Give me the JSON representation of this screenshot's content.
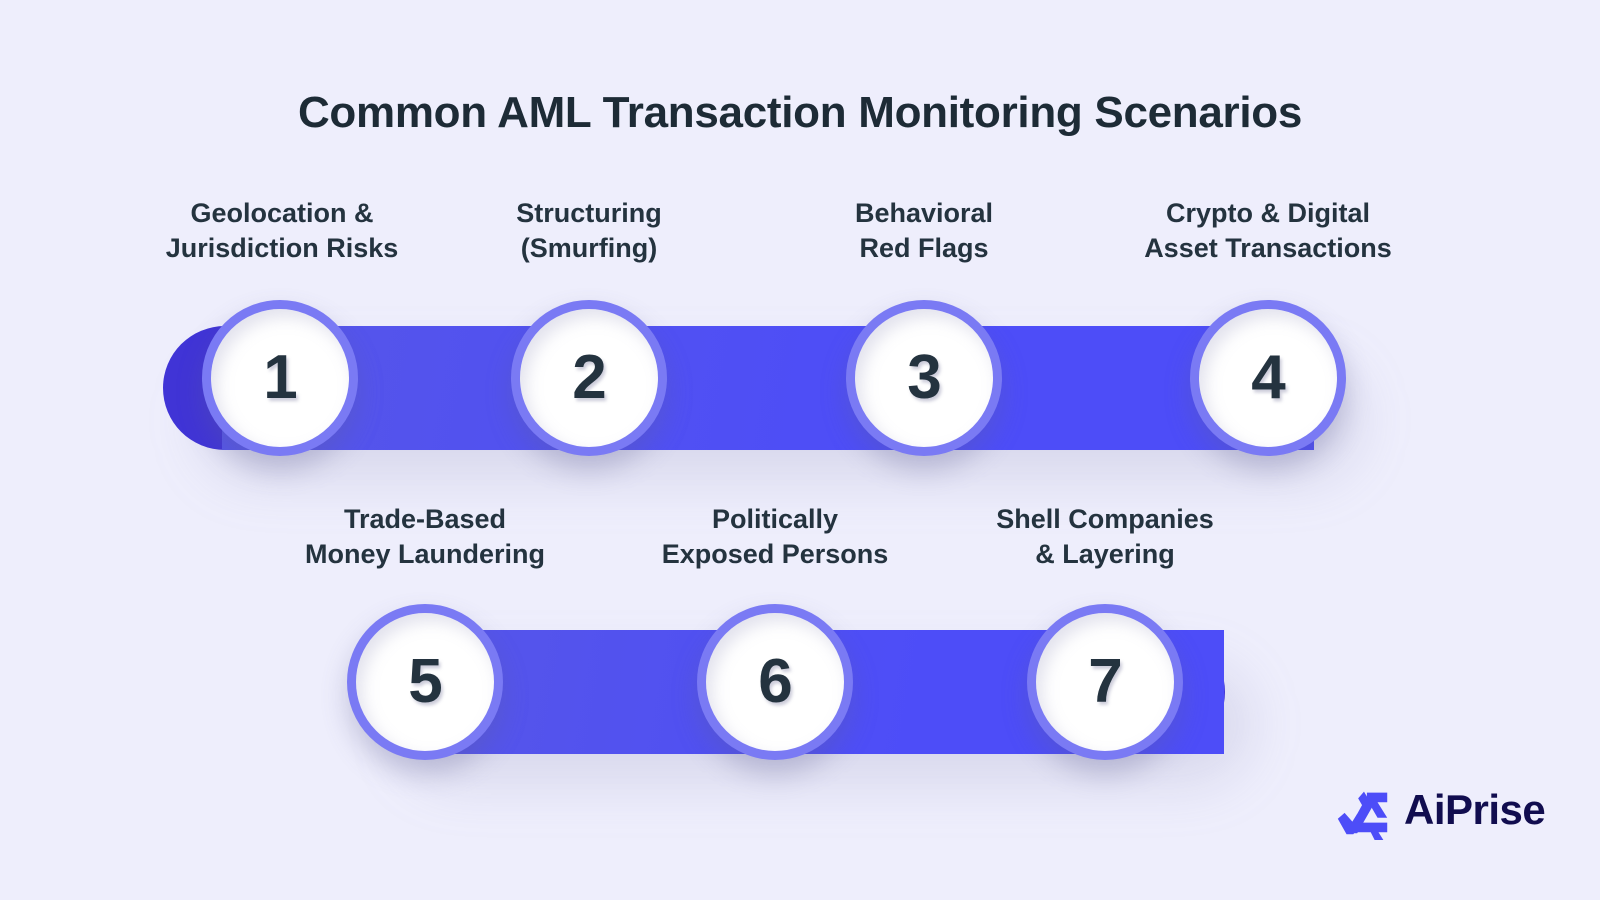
{
  "page": {
    "title": "Common AML Transaction Monitoring Scenarios",
    "background_color": "#eeeefc",
    "accent_color": "#4d4df8",
    "accent_dark_color": "#4034d6",
    "ring_color": "#7a7af4",
    "text_color": "#24333f"
  },
  "rows": [
    {
      "id": "row-1",
      "steps": [
        {
          "number": "1",
          "label": "Geolocation &\nJurisdiction Risks",
          "label_position": "above"
        },
        {
          "number": "2",
          "label": "Structuring\n(Smurfing)",
          "label_position": "above"
        },
        {
          "number": "3",
          "label": "Behavioral\nRed Flags",
          "label_position": "above"
        },
        {
          "number": "4",
          "label": "Crypto & Digital\nAsset Transactions",
          "label_position": "above"
        }
      ]
    },
    {
      "id": "row-2",
      "steps": [
        {
          "number": "5",
          "label": "Trade-Based\nMoney Laundering",
          "label_position": "above"
        },
        {
          "number": "6",
          "label": "Politically\nExposed Persons",
          "label_position": "above"
        },
        {
          "number": "7",
          "label": "Shell Companies\n& Layering",
          "label_position": "above"
        }
      ]
    }
  ],
  "logo": {
    "name": "aiprise-logo",
    "text": "AiPrise",
    "mark_color": "#4d4df8",
    "text_color": "#110d4f"
  }
}
